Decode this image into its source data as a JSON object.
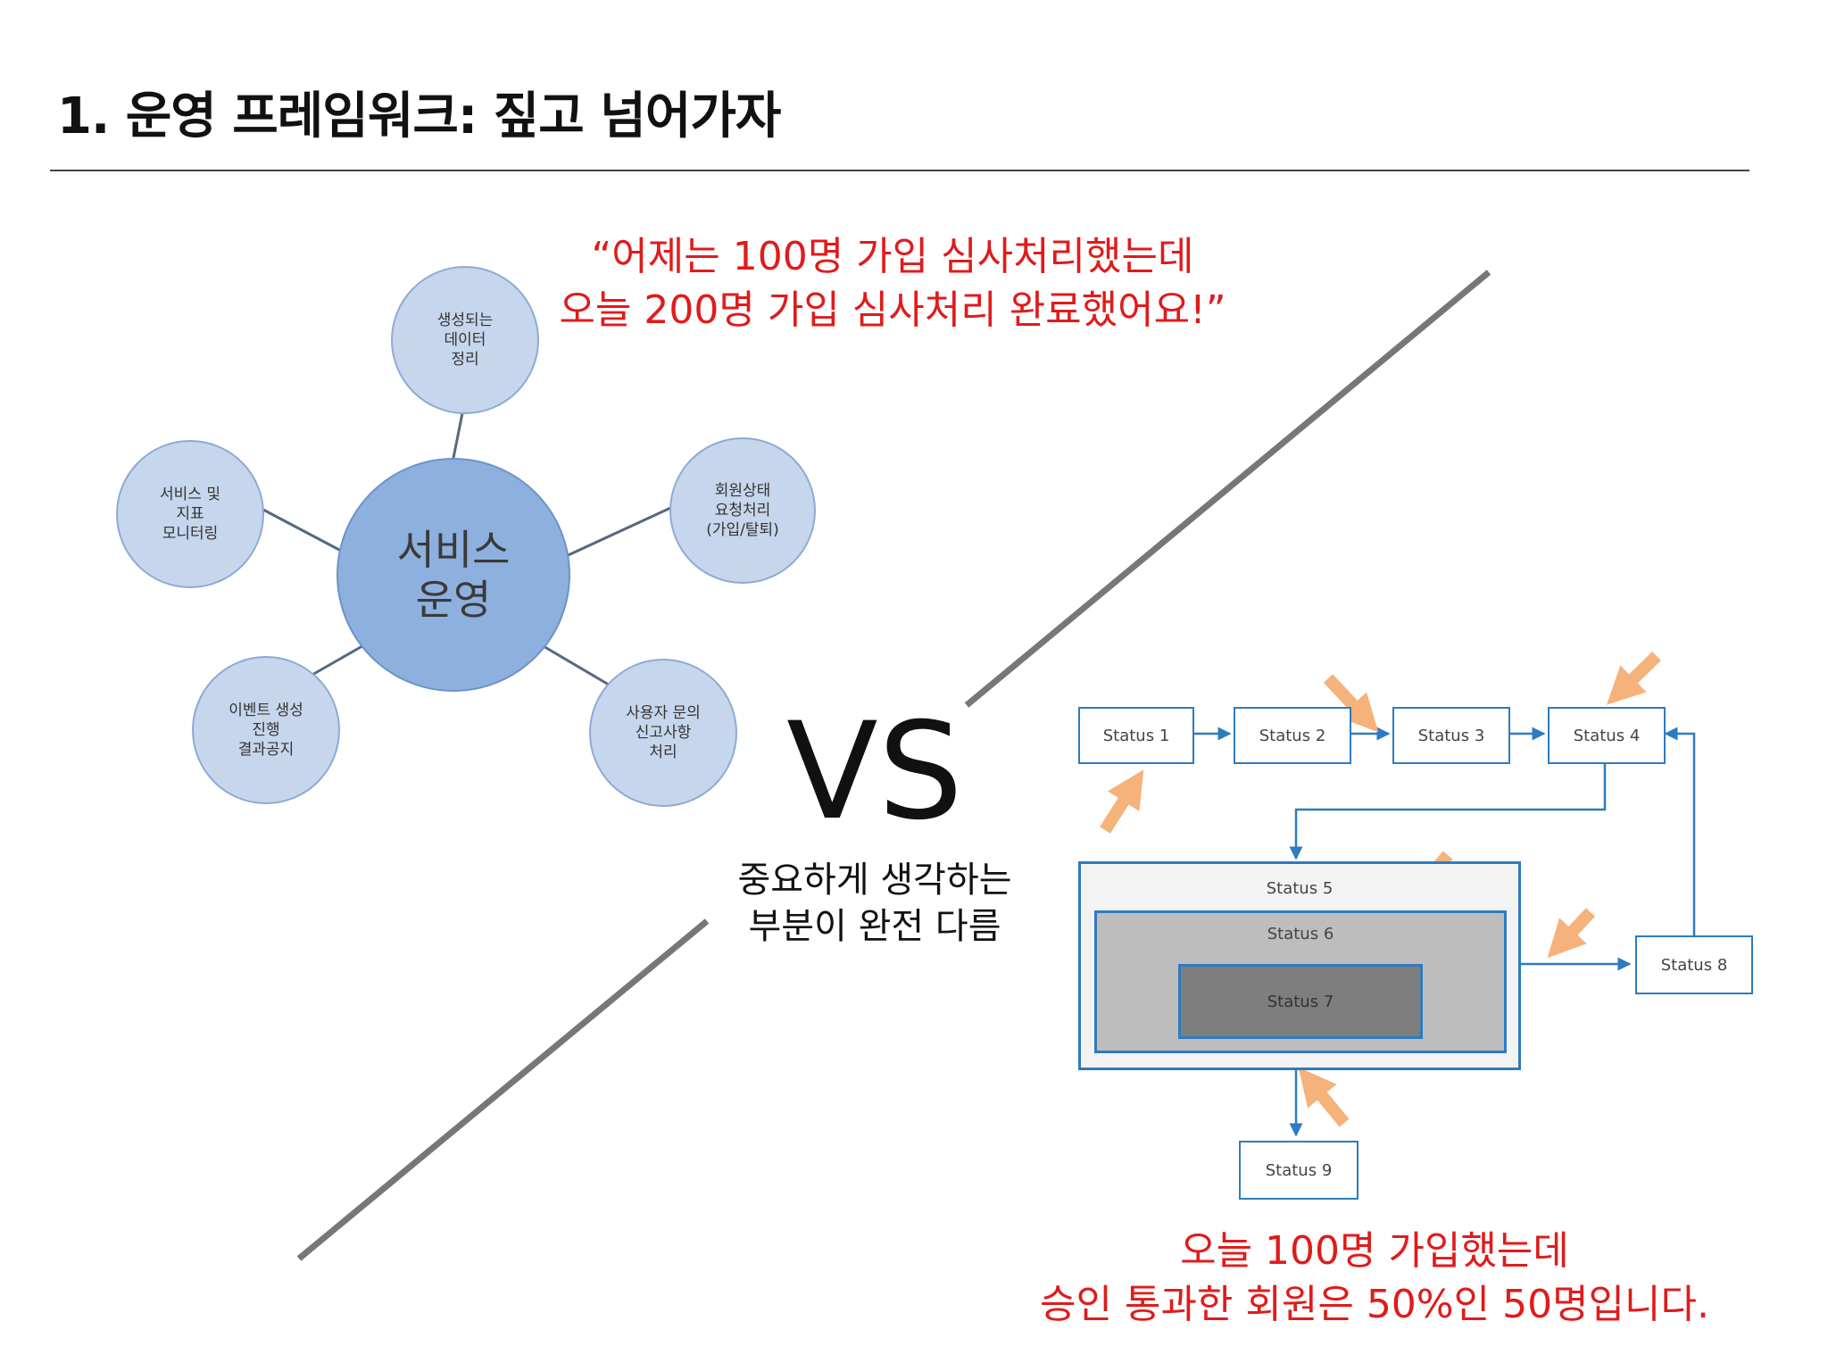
{
  "header": {
    "title": "1. 운영 프레임워크: 짚고 넘어가자"
  },
  "quote_top": {
    "line1": "“어제는 100명 가입 심사처리했는데",
    "line2": "오늘 200명 가입 심사처리 완료했어요!”",
    "color": "#e01b1b"
  },
  "quote_bottom": {
    "line1": "오늘 100명 가입했는데",
    "line2": "승인 통과한 회원은 50%인 50명입니다.",
    "color": "#e01b1b"
  },
  "vs": {
    "label": "VS",
    "caption_line1": "중요하게 생각하는",
    "caption_line2": "부분이 완전 다름"
  },
  "mindmap": {
    "center": "서비스\n운영",
    "nodes": {
      "data": "생성되는\n데이터\n정리",
      "member": "회원상태\n요청처리\n(가입/탈퇴)",
      "inquiry": "사용자 문의\n신고사항\n처리",
      "event": "이벤트 생성\n진행\n결과공지",
      "monitoring": "서비스 및\n지표\n모니터링"
    },
    "colors": {
      "center_fill": "#8eb0de",
      "node_fill": "#c6d6ec"
    }
  },
  "flow": {
    "status1": "Status 1",
    "status2": "Status 2",
    "status3": "Status 3",
    "status4": "Status 4",
    "status5": "Status 5",
    "status6": "Status 6",
    "status7": "Status 7",
    "status8": "Status 8",
    "status9": "Status 9",
    "colors": {
      "border": "#2e7bbf",
      "arrow_accent": "#f5b27a"
    }
  }
}
